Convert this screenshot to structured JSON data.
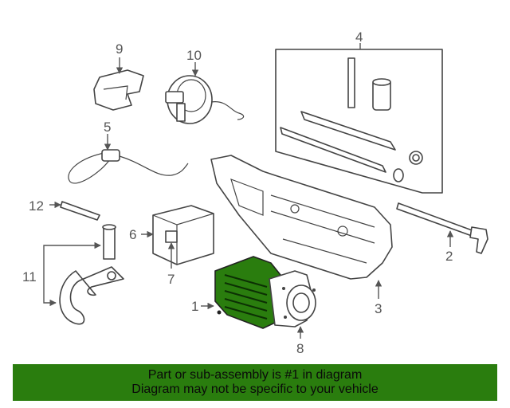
{
  "diagram": {
    "highlight_color": "#2a7d0e",
    "callouts": {
      "c1": "1",
      "c2": "2",
      "c3": "3",
      "c4": "4",
      "c5": "5",
      "c6": "6",
      "c7": "7",
      "c8": "8",
      "c9": "9",
      "c10": "10",
      "c11": "11",
      "c12": "12"
    }
  },
  "banner": {
    "line1": "Part or sub-assembly is #1 in diagram",
    "line2": "Diagram may not be specific to your vehicle"
  }
}
